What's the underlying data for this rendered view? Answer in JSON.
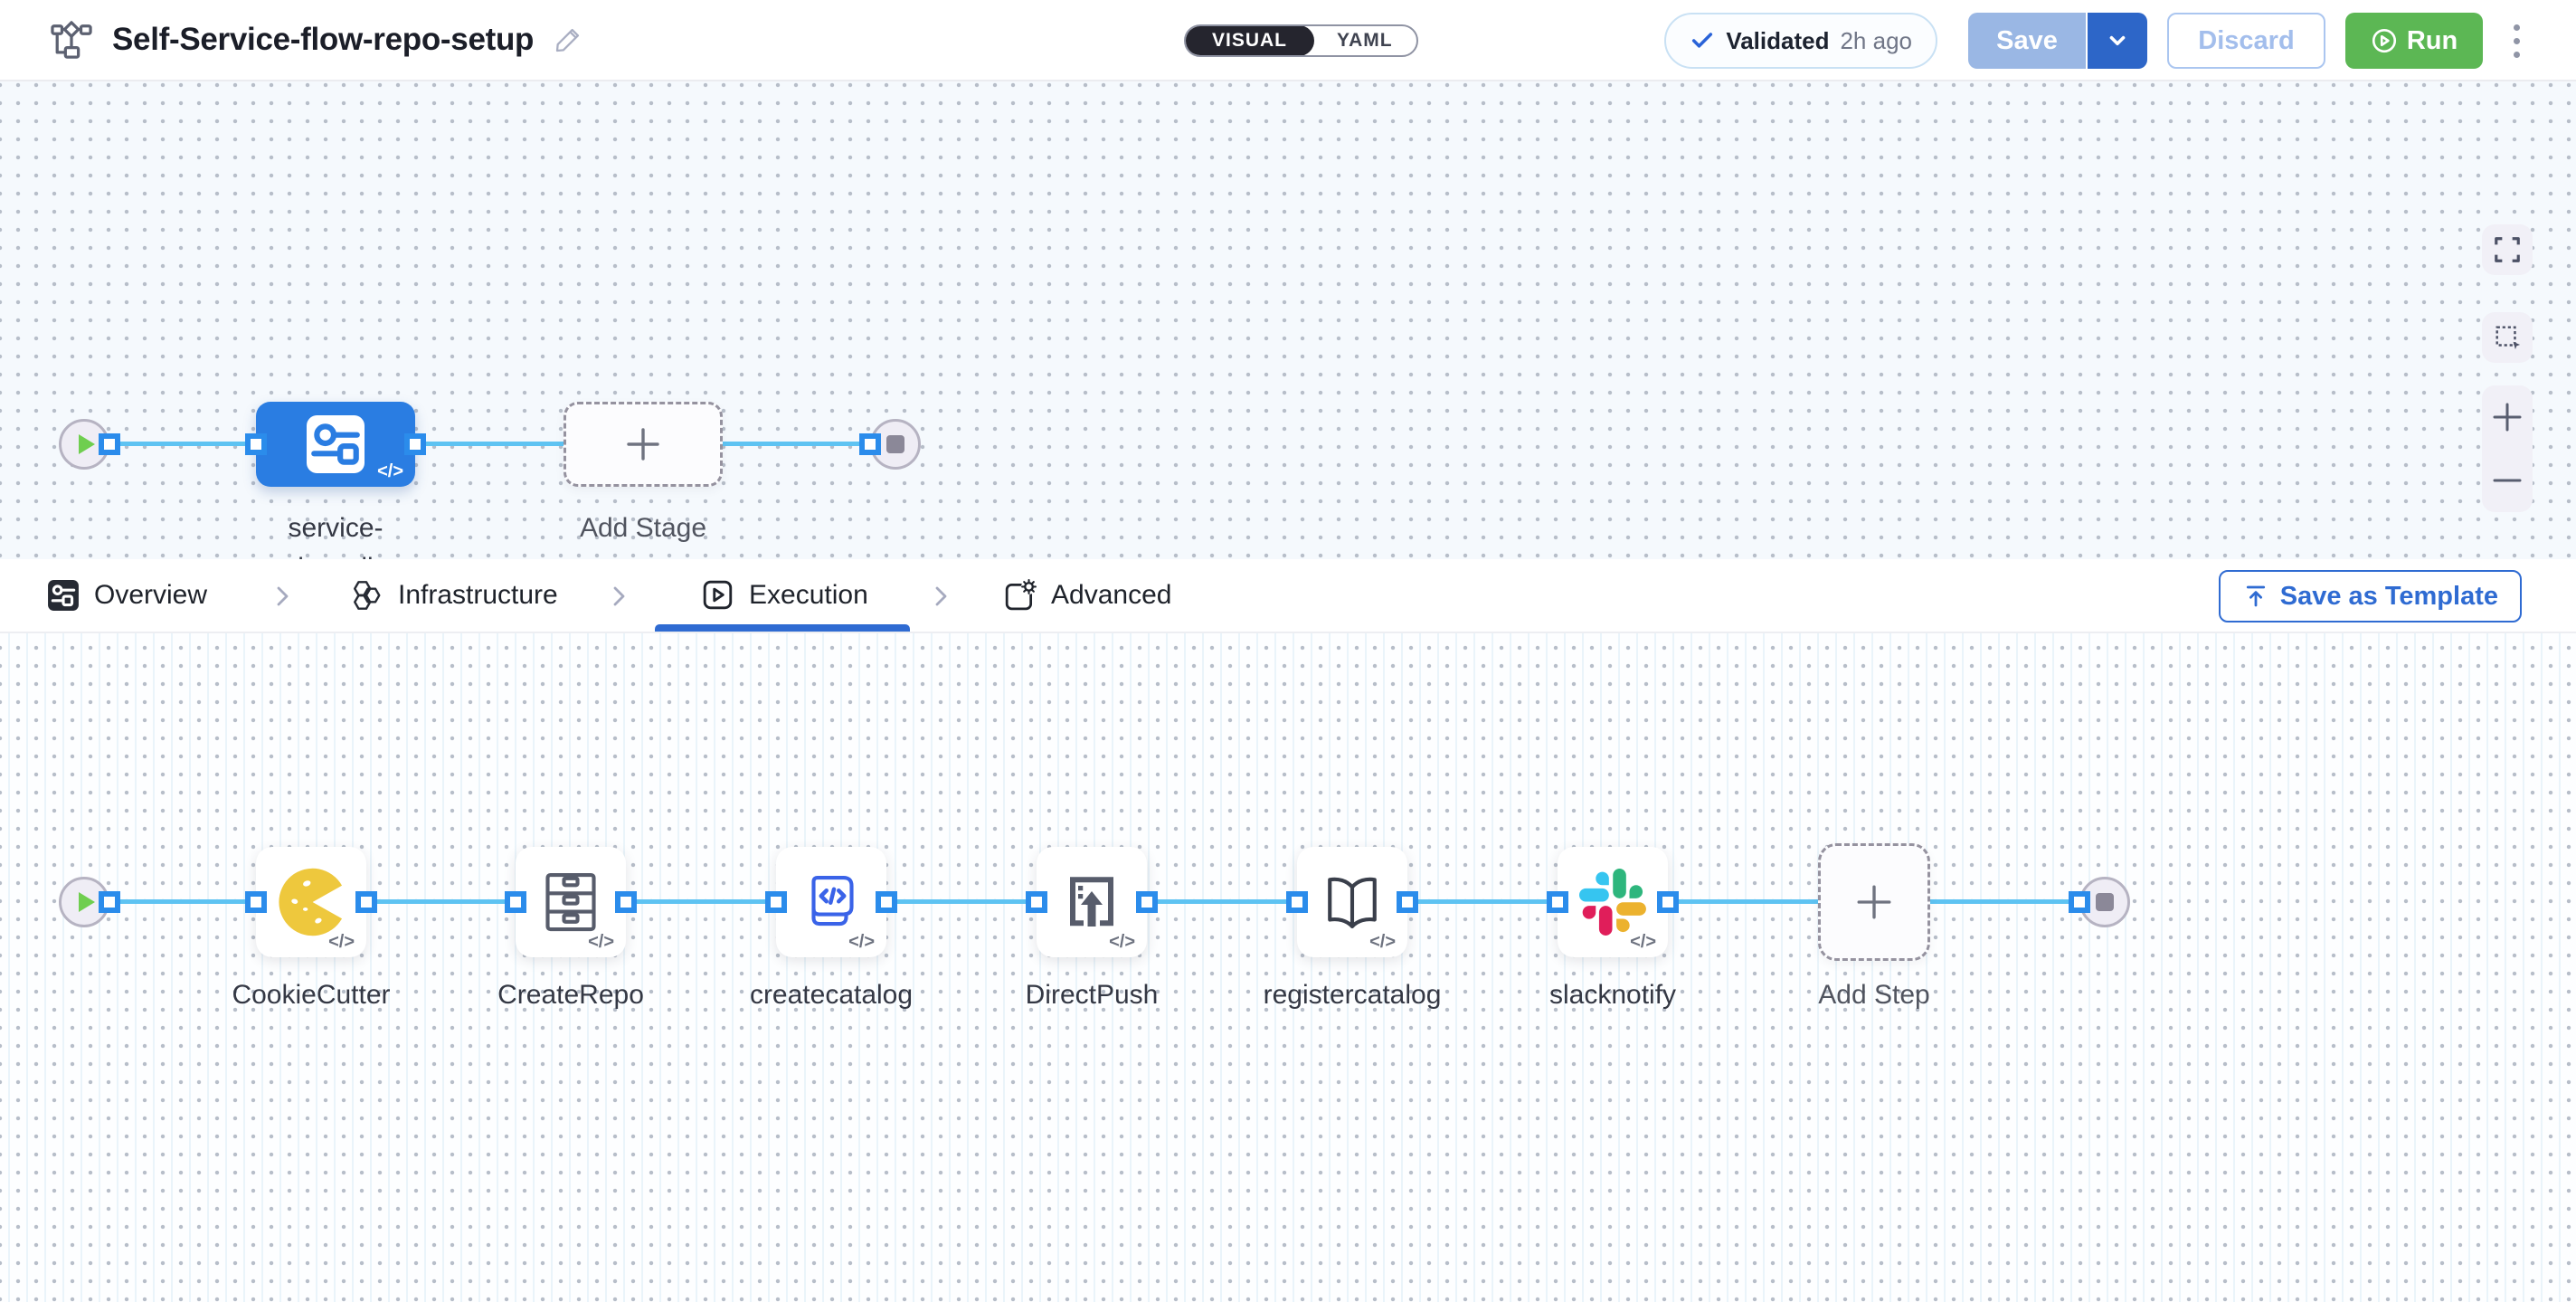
{
  "header": {
    "title": "Self-Service-flow-repo-setup",
    "mode_toggle": {
      "visual": "VISUAL",
      "yaml": "YAML"
    },
    "validation": {
      "label": "Validated",
      "time": "2h ago"
    },
    "save_label": "Save",
    "discard_label": "Discard",
    "run_label": "Run"
  },
  "stage_canvas": {
    "stage": {
      "name": "service-onboarding",
      "name_line1": "service-",
      "name_line2": "onboarding"
    },
    "add_stage_label": "Add Stage"
  },
  "tabs": [
    {
      "label": "Overview",
      "icon": "stage-overview-icon",
      "active": false
    },
    {
      "label": "Infrastructure",
      "icon": "hexagons-icon",
      "active": false
    },
    {
      "label": "Execution",
      "icon": "play-square-icon",
      "active": true
    },
    {
      "label": "Advanced",
      "icon": "gear-square-icon",
      "active": false
    }
  ],
  "toolbar": {
    "save_as_template_label": "Save as Template"
  },
  "execution_canvas": {
    "steps": [
      {
        "name": "CookieCutter",
        "icon": "cookie-icon"
      },
      {
        "name": "CreateRepo",
        "icon": "drawers-icon"
      },
      {
        "name": "createcatalog",
        "icon": "code-doc-icon"
      },
      {
        "name": "DirectPush",
        "icon": "push-icon"
      },
      {
        "name": "registercatalog",
        "icon": "book-icon"
      },
      {
        "name": "slacknotify",
        "icon": "slack-icon"
      }
    ],
    "add_step_label": "Add Step"
  },
  "ui": {
    "code_badge": "</>"
  },
  "colors": {
    "accent_blue": "#2f6bd2",
    "node_blue": "#2a7de2",
    "edge_blue": "#5ec3f2",
    "port_blue": "#2b8ceb",
    "run_green": "#5cb754",
    "save_disabled_blue": "#9ab7e4",
    "cookie_yellow": "#eec83d",
    "icon_gray": "#575c6b",
    "slack": [
      "#36C5F0",
      "#2EB67D",
      "#ECB22E",
      "#E01E5A"
    ]
  }
}
